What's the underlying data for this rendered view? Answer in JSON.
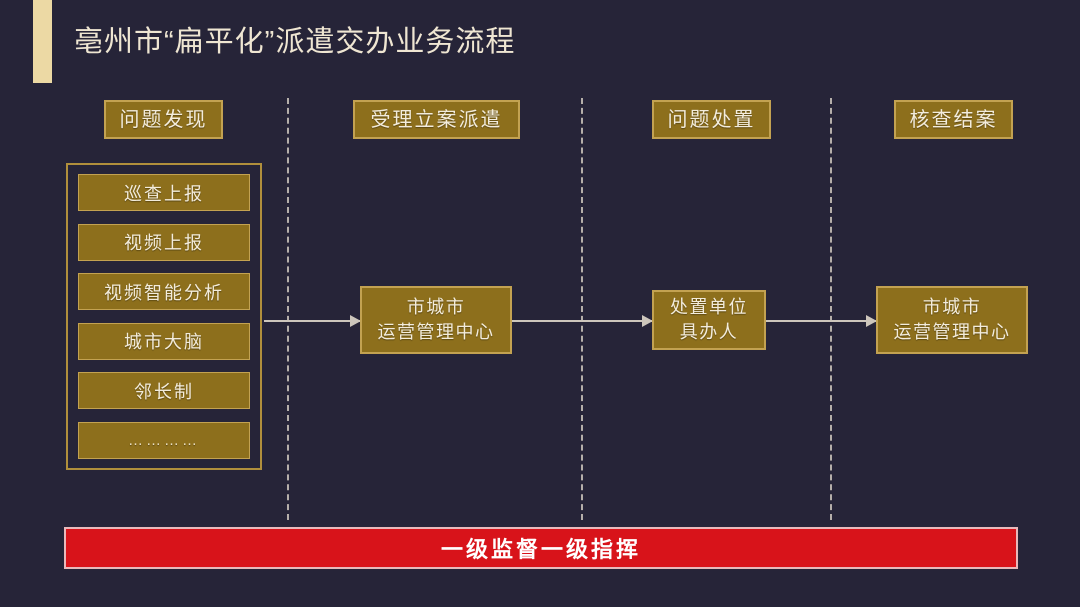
{
  "slide": {
    "title": "亳州市“扁平化”派遣交办业务流程",
    "background_color": "#262438",
    "accent_color": "#ecd9a4",
    "gold_fill": "#8d6f1c",
    "gold_border": "#c3a251",
    "banner_color": "#d8131a"
  },
  "stages": [
    {
      "label": "问题发现"
    },
    {
      "label": "受理立案派遣"
    },
    {
      "label": "问题处置"
    },
    {
      "label": "核查结案"
    }
  ],
  "source_items": [
    {
      "label": "巡查上报"
    },
    {
      "label": "视频上报"
    },
    {
      "label": "视频智能分析"
    },
    {
      "label": "城市大脑"
    },
    {
      "label": "邻长制"
    },
    {
      "label": "…………"
    }
  ],
  "process_nodes": [
    {
      "line1": "市城市",
      "line2": "运营管理中心"
    },
    {
      "line1": "处置单位",
      "line2": "具办人"
    },
    {
      "line1": "市城市",
      "line2": "运营管理中心"
    }
  ],
  "banner": {
    "label": "一级监督一级指挥"
  }
}
